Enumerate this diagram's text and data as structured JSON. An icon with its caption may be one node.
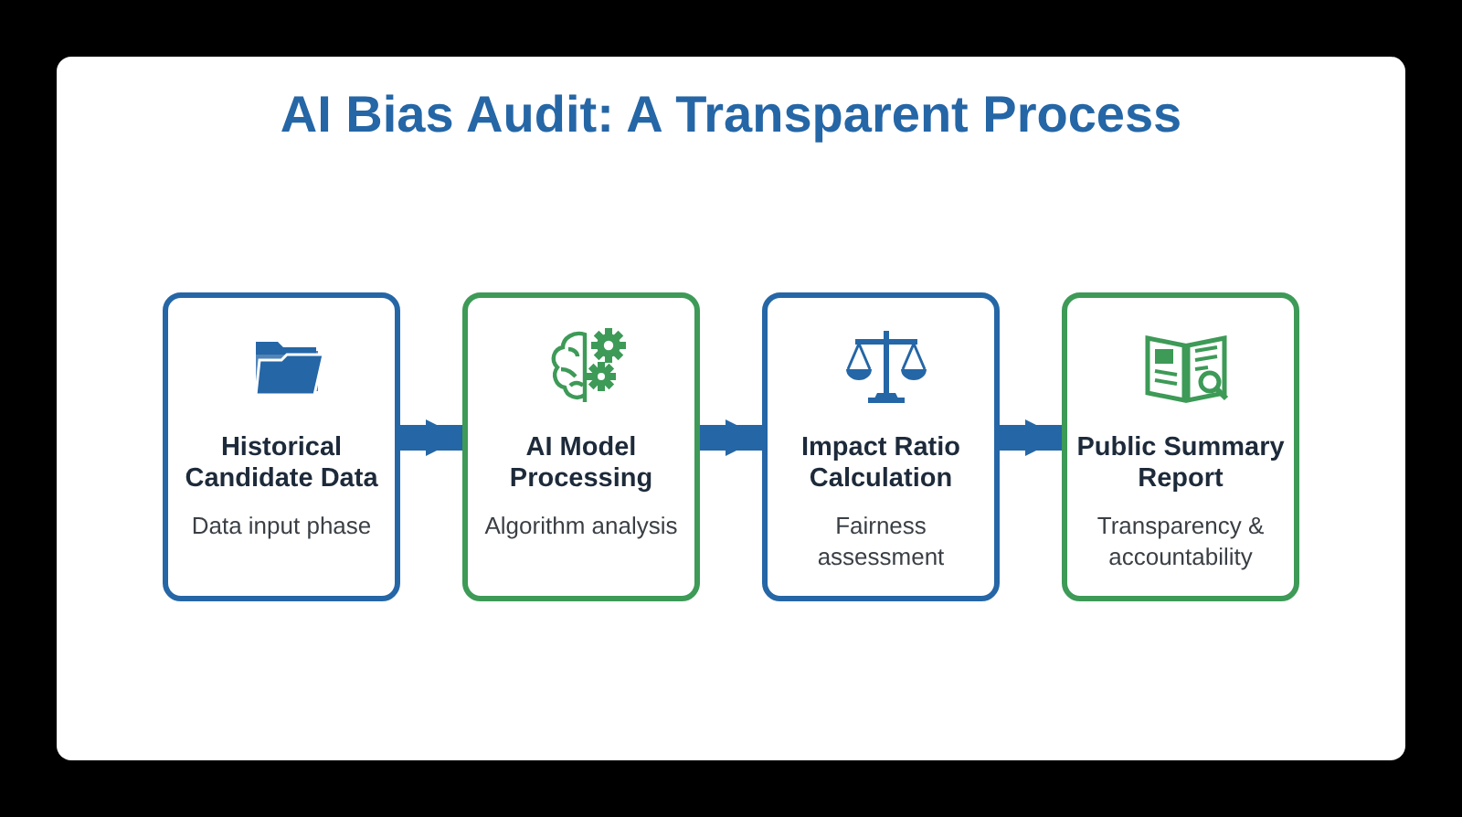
{
  "diagram": {
    "title": "AI Bias Audit: A Transparent Process",
    "nodes": [
      {
        "text": [
          "Historical Candidate Data",
          "Data input phase"
        ]
      },
      {
        "text": [
          "AI Model Processing",
          "Algorithm analysis"
        ]
      },
      {
        "text": [
          "Impact Ratio Calculation",
          "Fairness assessment"
        ]
      },
      {
        "text": [
          "Public Summary Report",
          "Transparency & accountability"
        ]
      }
    ],
    "edges": [
      {
        "from": 0,
        "to": 1,
        "arrow": "to"
      },
      {
        "from": 1,
        "to": 2,
        "arrow": "to"
      },
      {
        "from": 2,
        "to": 3,
        "arrow": "to"
      }
    ]
  }
}
